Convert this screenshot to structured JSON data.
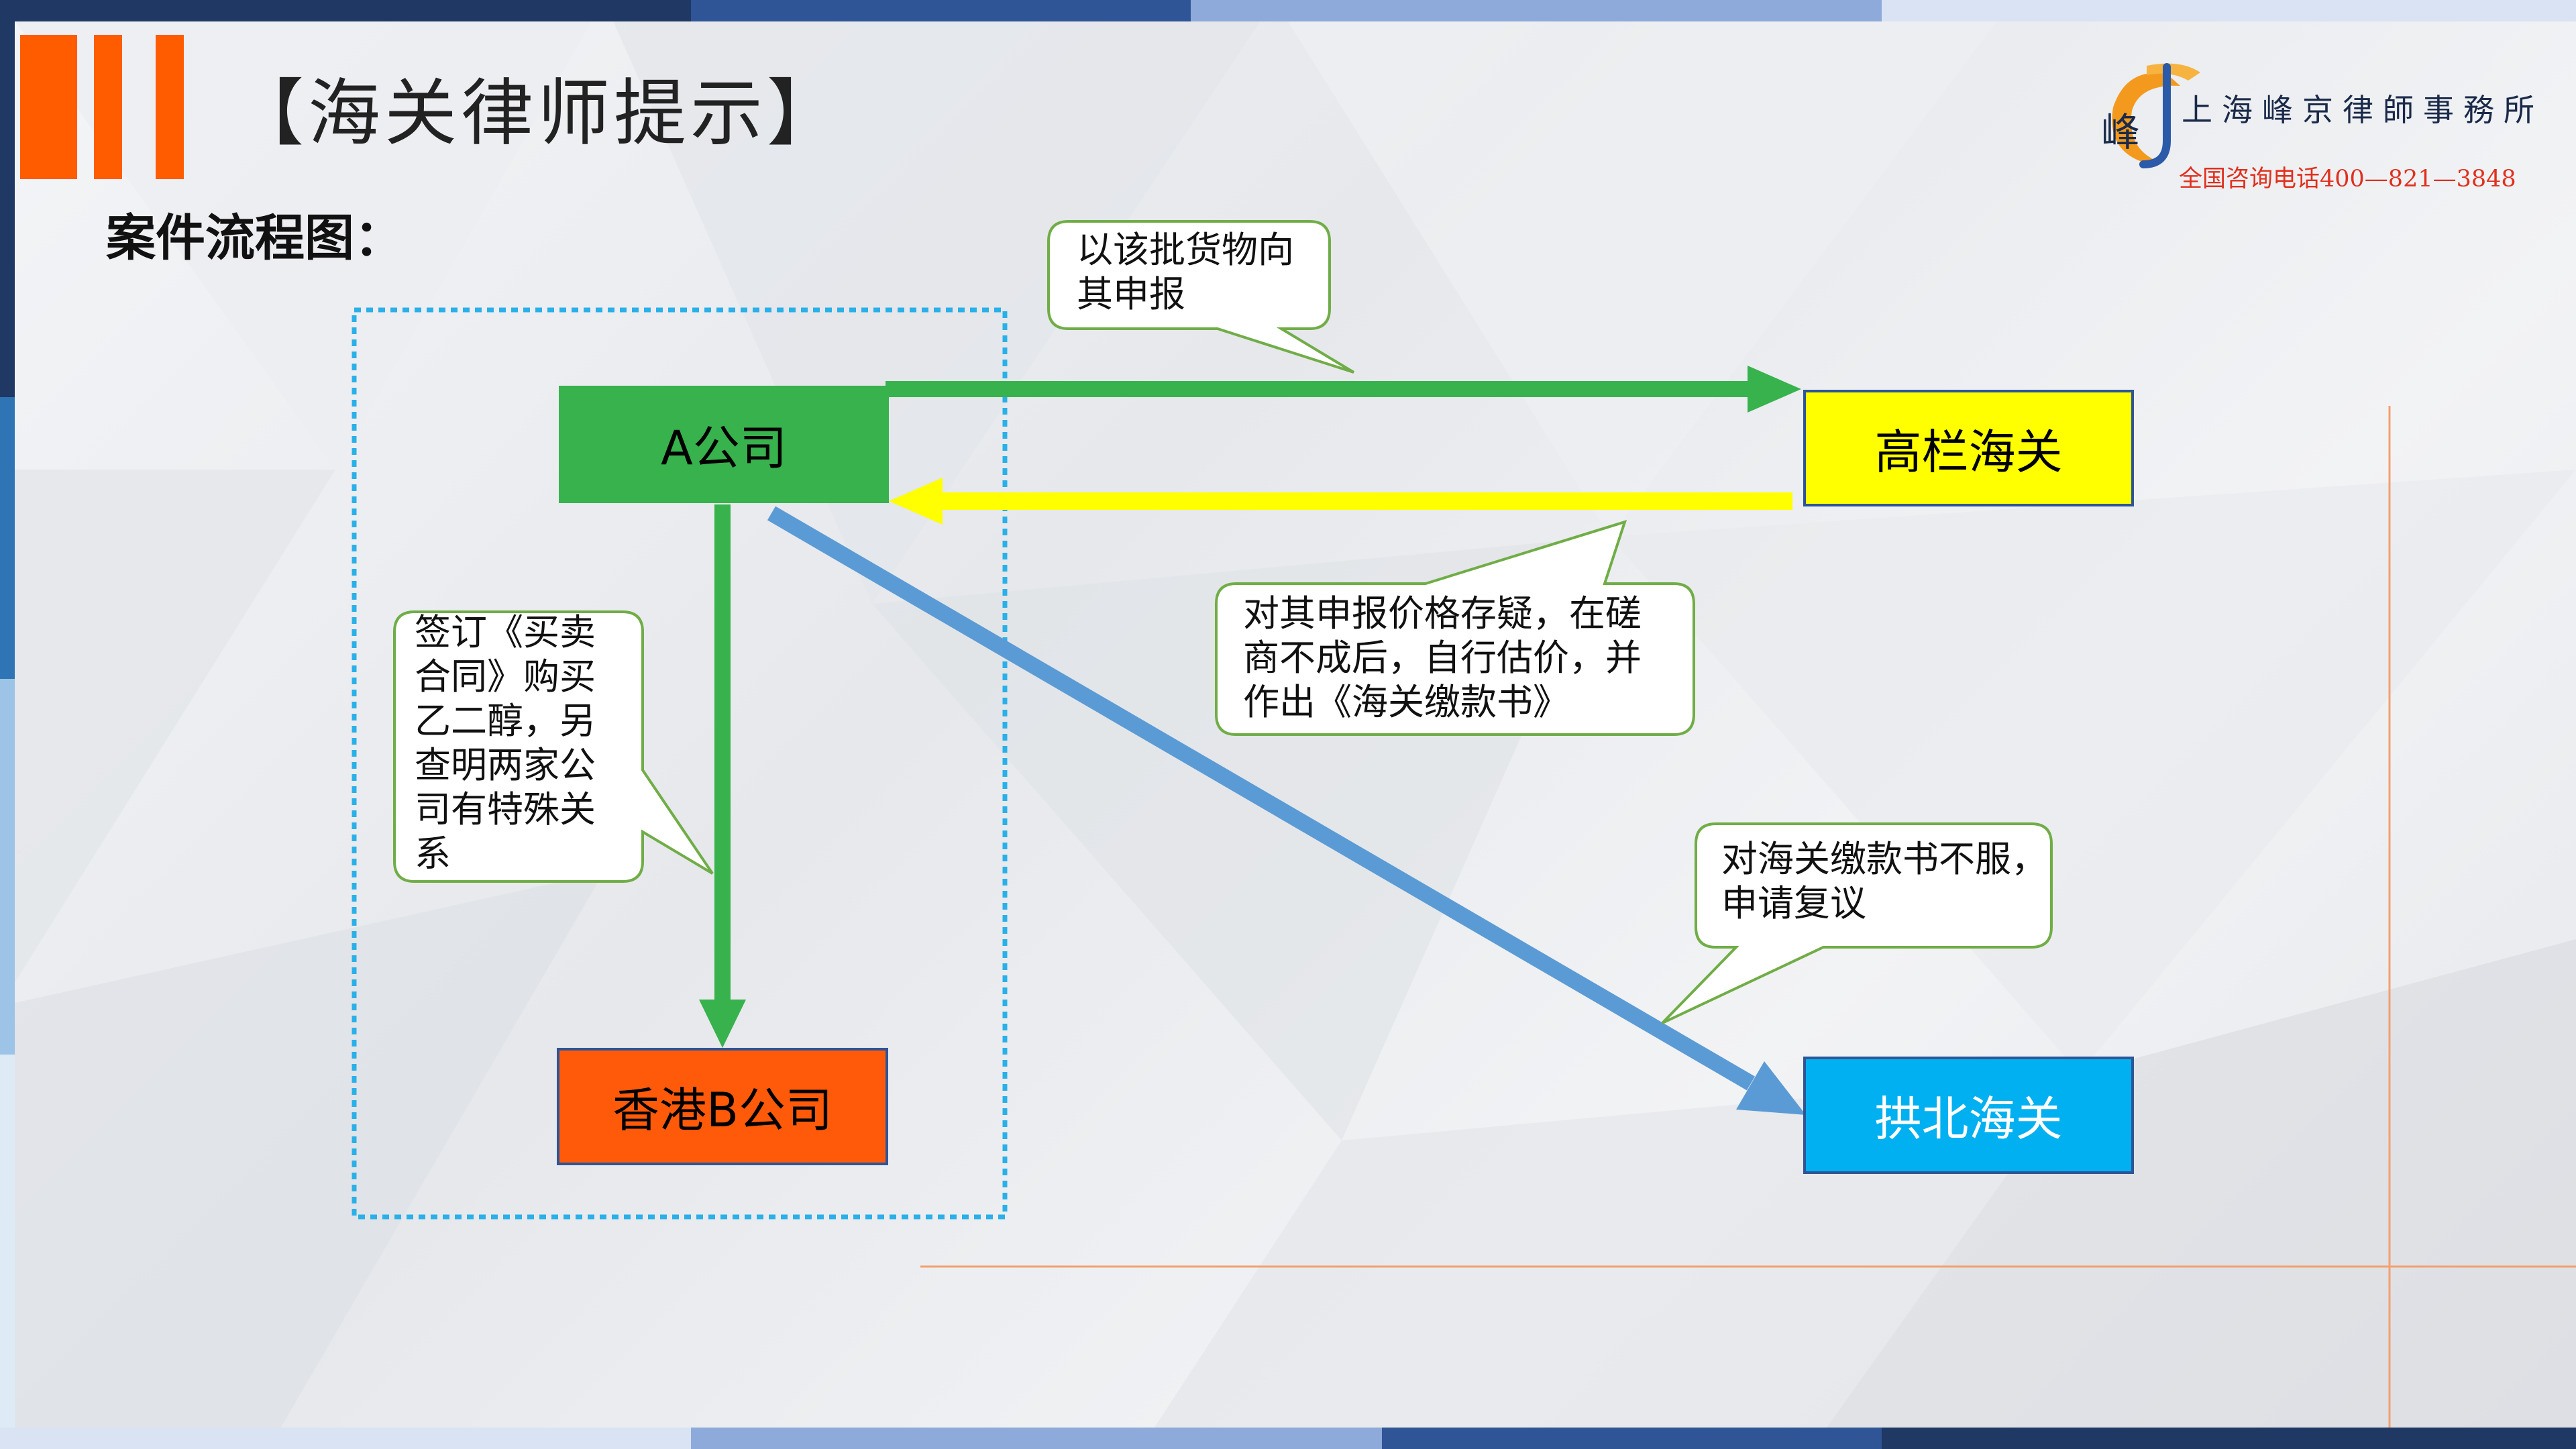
{
  "header": {
    "title": "【海关律师提示】",
    "subtitle": "案件流程图："
  },
  "brand": {
    "name": "上海峰京律師事務所",
    "hotline": "全国咨询电话400—821—3848",
    "logo_glyph": "峰"
  },
  "nodes": {
    "company_a": "A公司",
    "gaolan_customs": "高栏海关",
    "hk_company_b": "香港B公司",
    "gongbei_customs": "拱北海关"
  },
  "callouts": {
    "declare": "以该批货物向\n其申报",
    "contract": "签订《买卖\n合同》购买\n乙二醇，另\n查明两家公\n司有特殊关\n系",
    "price_doubt": "对其申报价格存疑，在磋\n商不成后，自行估价，并\n作出《海关缴款书》",
    "review": "对海关缴款书不服，\n申请复议"
  },
  "colors": {
    "accent_orange": "#ff5c00",
    "green": "#37b24d",
    "yellow": "#ffff00",
    "hk_orange": "#ff5a0a",
    "cyan": "#00b0f0",
    "blue_arrow": "#5b9bd5",
    "dotted_border": "#2ab0e8"
  }
}
